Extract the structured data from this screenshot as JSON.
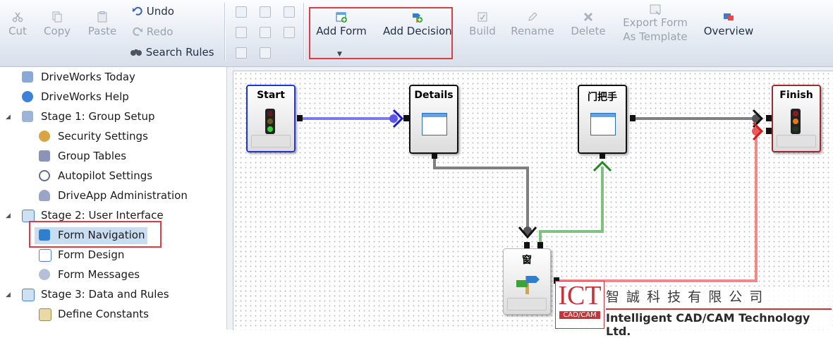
{
  "ribbon": {
    "cut": "Cut",
    "copy": "Copy",
    "paste": "Paste",
    "undo": "Undo",
    "redo": "Redo",
    "search_rules": "Search Rules",
    "add_form": "Add Form",
    "add_decision": "Add Decision",
    "build": "Build",
    "rename": "Rename",
    "delete": "Delete",
    "export_form": "Export Form",
    "as_template": "As Template",
    "overview": "Overview"
  },
  "tree": {
    "items": [
      {
        "label": "DriveWorks Today"
      },
      {
        "label": "DriveWorks Help"
      },
      {
        "label": "Stage 1: Group Setup"
      },
      {
        "label": "Security Settings"
      },
      {
        "label": "Group Tables"
      },
      {
        "label": "Autopilot Settings"
      },
      {
        "label": "DriveApp Administration"
      },
      {
        "label": "Stage 2: User Interface"
      },
      {
        "label": "Form Navigation"
      },
      {
        "label": "Form Design"
      },
      {
        "label": "Form Messages"
      },
      {
        "label": "Stage 3: Data and Rules"
      },
      {
        "label": "Define Constants"
      }
    ]
  },
  "nodes": {
    "start": "Start",
    "details": "Details",
    "door_handle": "门把手",
    "finish": "Finish",
    "window": "窗"
  },
  "watermark": {
    "logo": "ICT",
    "logo_sub": "CAD/CAM",
    "company_cn": "智 誠 科 技 有 限 公 司",
    "company_en": "Intelligent CAD/CAM Technology Ltd."
  },
  "colors": {
    "highlight_box": "#e03a44",
    "start_border": "#1f35d6",
    "finish_border": "#9a2b30",
    "link_blue": "#7b78f2",
    "link_gray": "#7f7f7f",
    "link_green": "#7ec27e",
    "link_red": "#f08a8a"
  }
}
